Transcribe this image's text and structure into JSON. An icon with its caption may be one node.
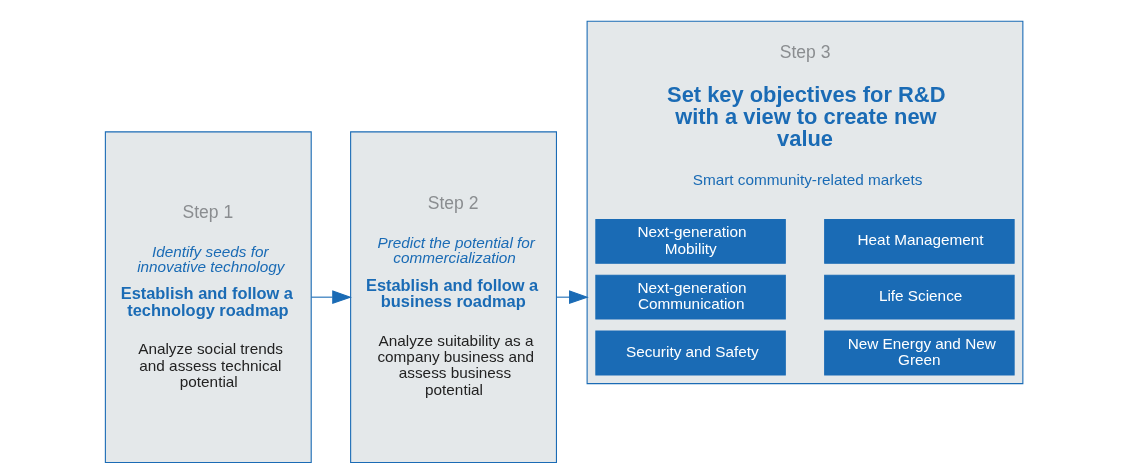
{
  "diagram": {
    "nodes": [
      {
        "text": [
          "Step 1",
          "Identify seeds for innovative technology",
          "Establish and follow a technology roadmap",
          "Analyze social trends and assess technical potential"
        ]
      },
      {
        "text": [
          "Step 2",
          "Predict the potential for commercialization",
          "Establish and follow a business roadmap",
          "Analyze suitability as a company business and assess business potential"
        ]
      },
      {
        "text": [
          "Step 3",
          "Set key objectives for R&D with a view to create new value",
          "Smart community-related markets"
        ]
      },
      {
        "text": [
          "Next-generation Mobility"
        ],
        "in": 2
      },
      {
        "text": [
          "Heat Management"
        ],
        "in": 2
      },
      {
        "text": [
          "Next-generation Communication"
        ],
        "in": 2
      },
      {
        "text": [
          "Life Science"
        ],
        "in": 2
      },
      {
        "text": [
          "Security and Safety"
        ],
        "in": 2
      },
      {
        "text": [
          "New Energy and New Green"
        ],
        "in": 2
      }
    ],
    "edges": [
      {
        "from": 0,
        "to": 1,
        "arrow": "to"
      },
      {
        "from": 1,
        "to": 2,
        "arrow": "to"
      }
    ]
  }
}
